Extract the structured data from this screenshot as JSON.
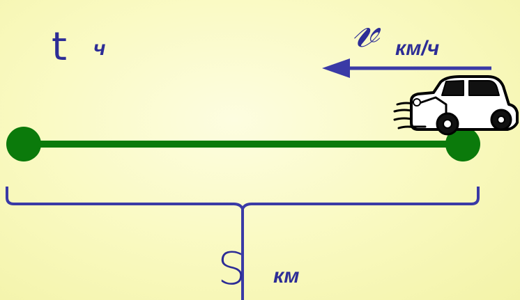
{
  "time": {
    "symbol": "t",
    "unit": "ч"
  },
  "speed": {
    "symbol": "𝓋",
    "unit": "км/ч"
  },
  "distance": {
    "symbol": "S",
    "unit": "км"
  },
  "colors": {
    "background": "#f9f9bf",
    "label": "#2d2d96",
    "segment": "#0b7a0b",
    "brace": "#3a3aa6",
    "arrow": "#3a3aa6"
  },
  "icons": [
    "car-icon",
    "arrow-left-icon"
  ]
}
